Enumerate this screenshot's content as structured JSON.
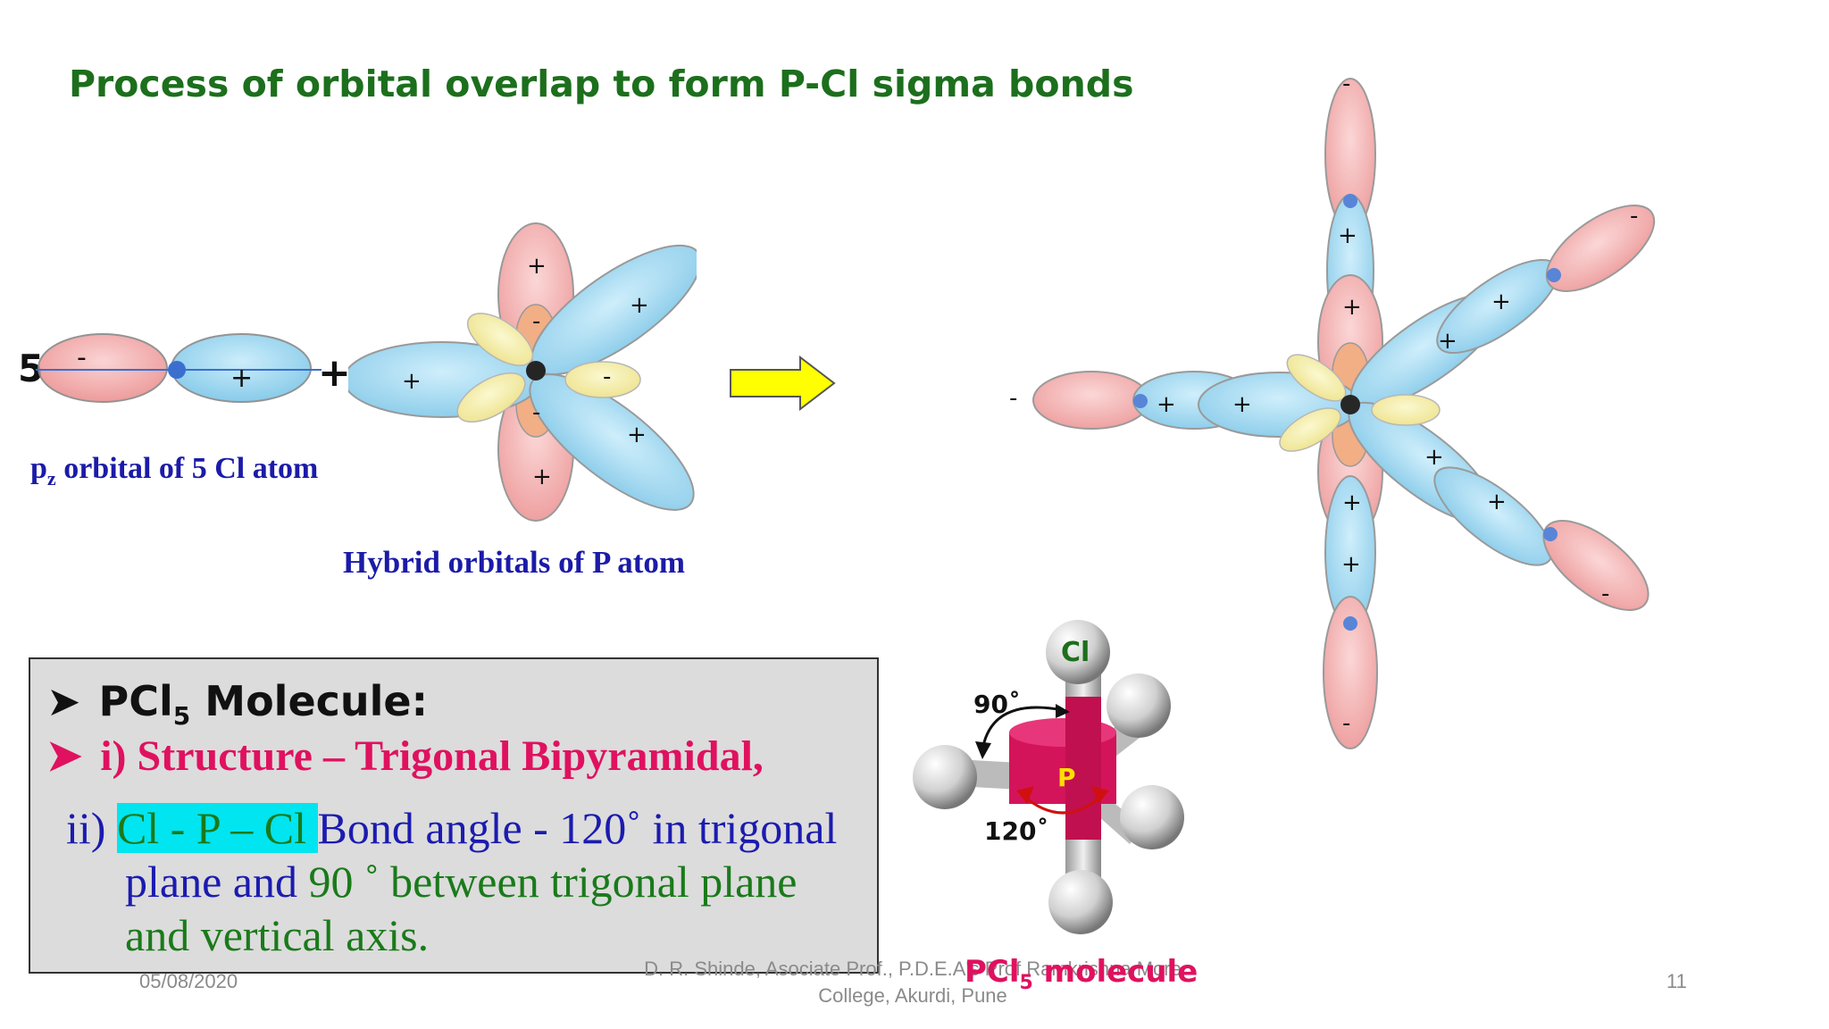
{
  "slide": {
    "title": "Process of orbital overlap to form P-Cl sigma bonds",
    "left_diagram": {
      "count": "5",
      "join_sign": "+",
      "pz_label_pre": "p",
      "pz_label_sub": "z",
      "pz_label_post": " orbital  of 5 Cl atom",
      "hybrid_label": "Hybrid orbitals of P atom"
    },
    "box": {
      "line1_pre": "PCl",
      "line1_sub": "5",
      "line1_post": " Molecule:",
      "line2": "i) Structure – Trigonal Bipyramidal,",
      "line3_pre": "ii) ",
      "line3_highlight": "Cl - P – Cl ",
      "line3_post": "Bond angle - 120˚ in trigonal",
      "line4_pre": "plane and ",
      "line4_green": "90 ˚ between trigonal plane",
      "line5": "and vertical axis."
    },
    "molecule": {
      "atom_cl": "Cl",
      "atom_p": "P",
      "angle_90": "90˚",
      "angle_120": "120˚",
      "caption_pre": "PCl",
      "caption_sub": "5",
      "caption_post": " molecule"
    },
    "footer": {
      "date": "05/08/2020",
      "author_line1": "D. R. Shinde, Asociate Prof., P.D.E.A's Prof Ramkrishna More",
      "author_line2": "College, Akurdi, Pune",
      "page": "11"
    },
    "signs": {
      "plus": "+",
      "minus": "-"
    },
    "colors": {
      "title": "#1c6f1c",
      "lobe_blue": "#8fd3f0",
      "lobe_red": "#f3a6a6",
      "lobe_yellow": "#f7f0a0",
      "p_atom": "#d4145a",
      "arrow": "#ffff00",
      "highlight": "#00e5f0"
    }
  }
}
